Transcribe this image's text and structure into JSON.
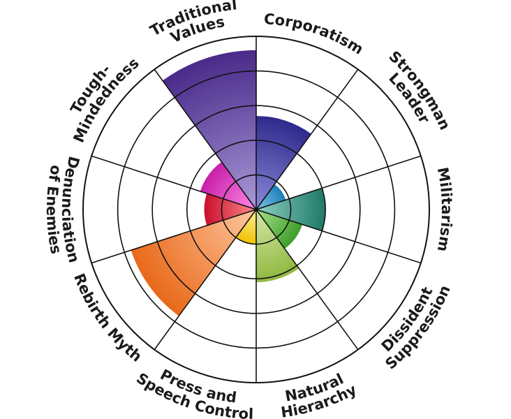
{
  "chart_data": {
    "type": "polar-area",
    "title": "",
    "rlim": [
      0,
      5
    ],
    "grid": true,
    "categories": [
      {
        "label": "Corporatism",
        "value": 2.7,
        "color_light": "#8a8ad8",
        "color_dark": "#2e2a8c"
      },
      {
        "label": "Strongman Leader",
        "value": 0.9,
        "color_light": "#7fc4e8",
        "color_dark": "#1f7fb8"
      },
      {
        "label": "Militarism",
        "value": 2.0,
        "color_light": "#8fd1c4",
        "color_dark": "#1f7a68"
      },
      {
        "label": "Dissident Suppression",
        "value": 1.4,
        "color_light": "#a6e08a",
        "color_dark": "#3f9e2a"
      },
      {
        "label": "Natural Hierarchy",
        "value": 2.1,
        "color_light": "#d6e8a8",
        "color_dark": "#8fb83e"
      },
      {
        "label": "Press and Speech Control",
        "value": 0.0,
        "color_light": "#ffffff",
        "color_dark": "#ffffff"
      },
      {
        "label": "Rebirth Myth",
        "value": 0.0,
        "color_light": "#ffffff",
        "color_dark": "#ffffff"
      },
      {
        "label": "Denunciation of Enemies",
        "value": 1.0,
        "color_light": "#fff1a0",
        "color_dark": "#f2c200"
      },
      {
        "label": "Tough-Mindedness",
        "value": 3.8,
        "color_light": "#ffc7a0",
        "color_dark": "#e8691a"
      },
      {
        "label": "Traditional Values",
        "value": 1.5,
        "color_light": "#ff8a8a",
        "color_dark": "#c8102e"
      },
      {
        "label": "Corporatism",
        "value": 1.7,
        "color_light": "#ff8ae8",
        "color_dark": "#c81fa8"
      },
      {
        "label": "Strongman Leader",
        "value": 4.6,
        "color_light": "#a99ad8",
        "color_dark": "#4a2a8a"
      }
    ],
    "label_lines": [
      [
        "Corporatism"
      ],
      [
        "Strongman",
        "Leader"
      ],
      [
        "Militarism"
      ],
      [
        "Dissident",
        "Suppression"
      ],
      [
        "Natural",
        "Hierarchy"
      ],
      [
        "Press and",
        "Speech Control"
      ],
      [
        "Rebirth Myth"
      ],
      [
        "Denunciation",
        "of Enemies"
      ],
      [
        "Tough-",
        "Mindedness"
      ],
      [
        "Traditional",
        "Values"
      ]
    ]
  }
}
